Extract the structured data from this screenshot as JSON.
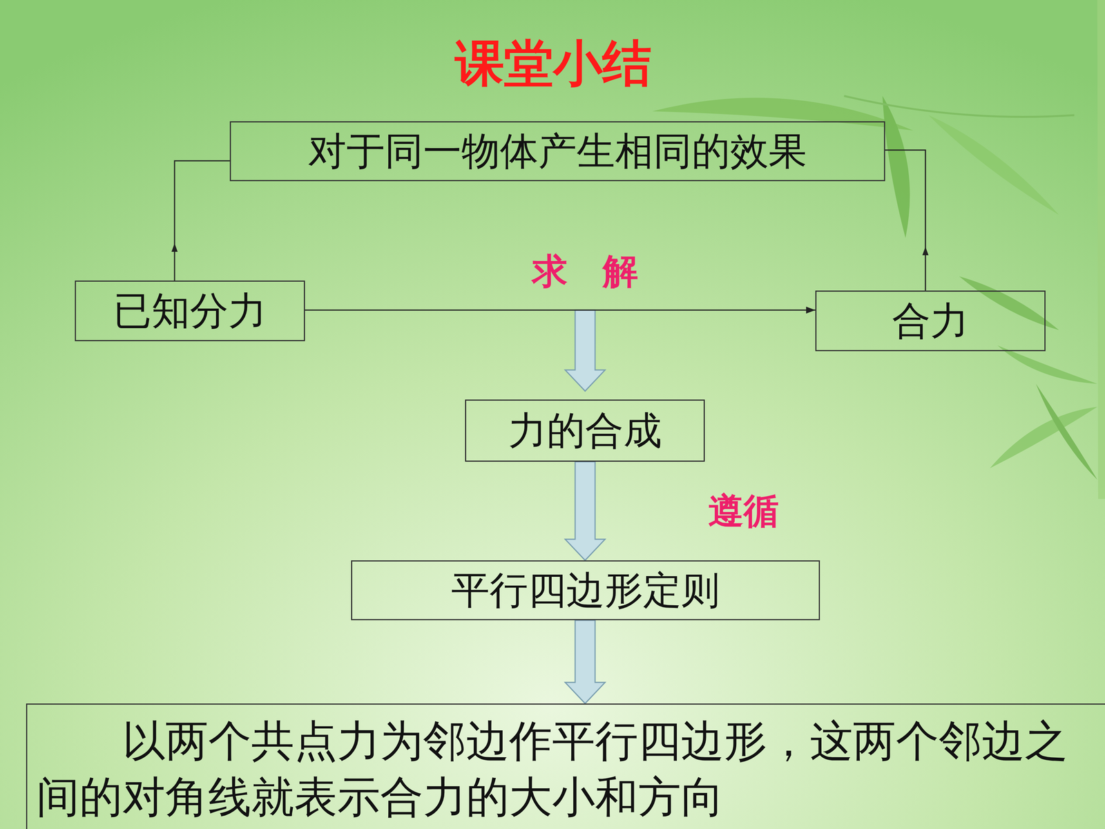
{
  "diagram": {
    "title": "课堂小结",
    "nodes": [
      {
        "text": [
          "对于同一物体产生相同的效果"
        ]
      },
      {
        "text": [
          "已知分力"
        ]
      },
      {
        "text": [
          "合力"
        ]
      },
      {
        "text": [
          "力的合成"
        ]
      },
      {
        "text": [
          "平行四边形定则"
        ]
      },
      {
        "text": [
          "以两个共点力为邻边作平行四边形，这两个邻边之间的对角线就表示合力的大小和方向"
        ]
      }
    ],
    "edges": [
      {
        "from": 1,
        "to": 0,
        "arrow": "to"
      },
      {
        "from": 2,
        "to": 0,
        "arrow": "to"
      },
      {
        "from": 1,
        "to": 2,
        "label": "求　解",
        "arrow": "to"
      },
      {
        "from": 3,
        "to": 4,
        "label": "遵循",
        "arrow": "to"
      },
      {
        "from": 4,
        "to": 5,
        "arrow": "to"
      }
    ]
  }
}
